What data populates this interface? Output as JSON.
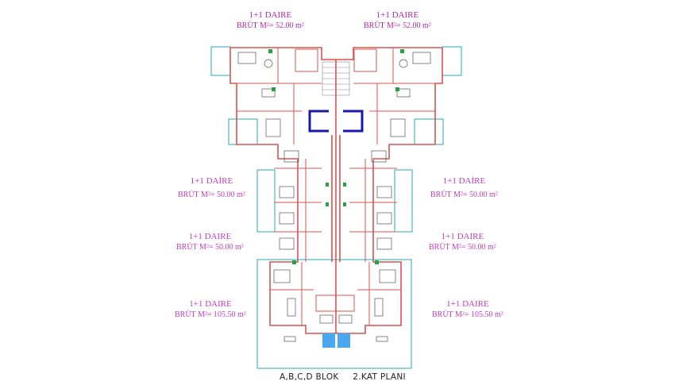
{
  "labels": [
    {
      "id": "u1",
      "title": "1+1 DAIRE",
      "area": "BRÜT M²= 52.00 m²",
      "color": "#b02aa6"
    },
    {
      "id": "u2",
      "title": "1+1 DAIRE",
      "area": "BRÜT M²= 52.00 m²",
      "color": "#b02aa6"
    },
    {
      "id": "u3",
      "title": "1+1 DAİRE",
      "area": "BRÜT M²= 50.00 m²",
      "color": "#c23cc0"
    },
    {
      "id": "u4",
      "title": "1+1 DAİRE",
      "area": "BRÜT M²= 50.00 m²",
      "color": "#c23cc0"
    },
    {
      "id": "u5",
      "title": "1+1 DAIRE",
      "area": "BRÜT M²= 50.00 m²",
      "color": "#c23cc0"
    },
    {
      "id": "u6",
      "title": "1+1 DAIRE",
      "area": "BRÜT M²= 50.00 m²",
      "color": "#c23cc0"
    },
    {
      "id": "u7",
      "title": "1+1 DAIRE",
      "area": "BRÜT M²= 105.50 m²",
      "color": "#c23cc0"
    },
    {
      "id": "u8",
      "title": "1+1 DAIRE",
      "area": "BRÜT M²= 105.50 m²",
      "color": "#c23cc0"
    }
  ],
  "footer": {
    "blocks": "A,B,C,D BLOK",
    "floor": "2.KAT PLANI"
  },
  "colors": {
    "wall": "#d9534f",
    "balcony": "#20a8b8",
    "stair": "#1a1aa8",
    "pool": "#4aa8ee",
    "furniture": "#555555",
    "door": "#28a046"
  }
}
